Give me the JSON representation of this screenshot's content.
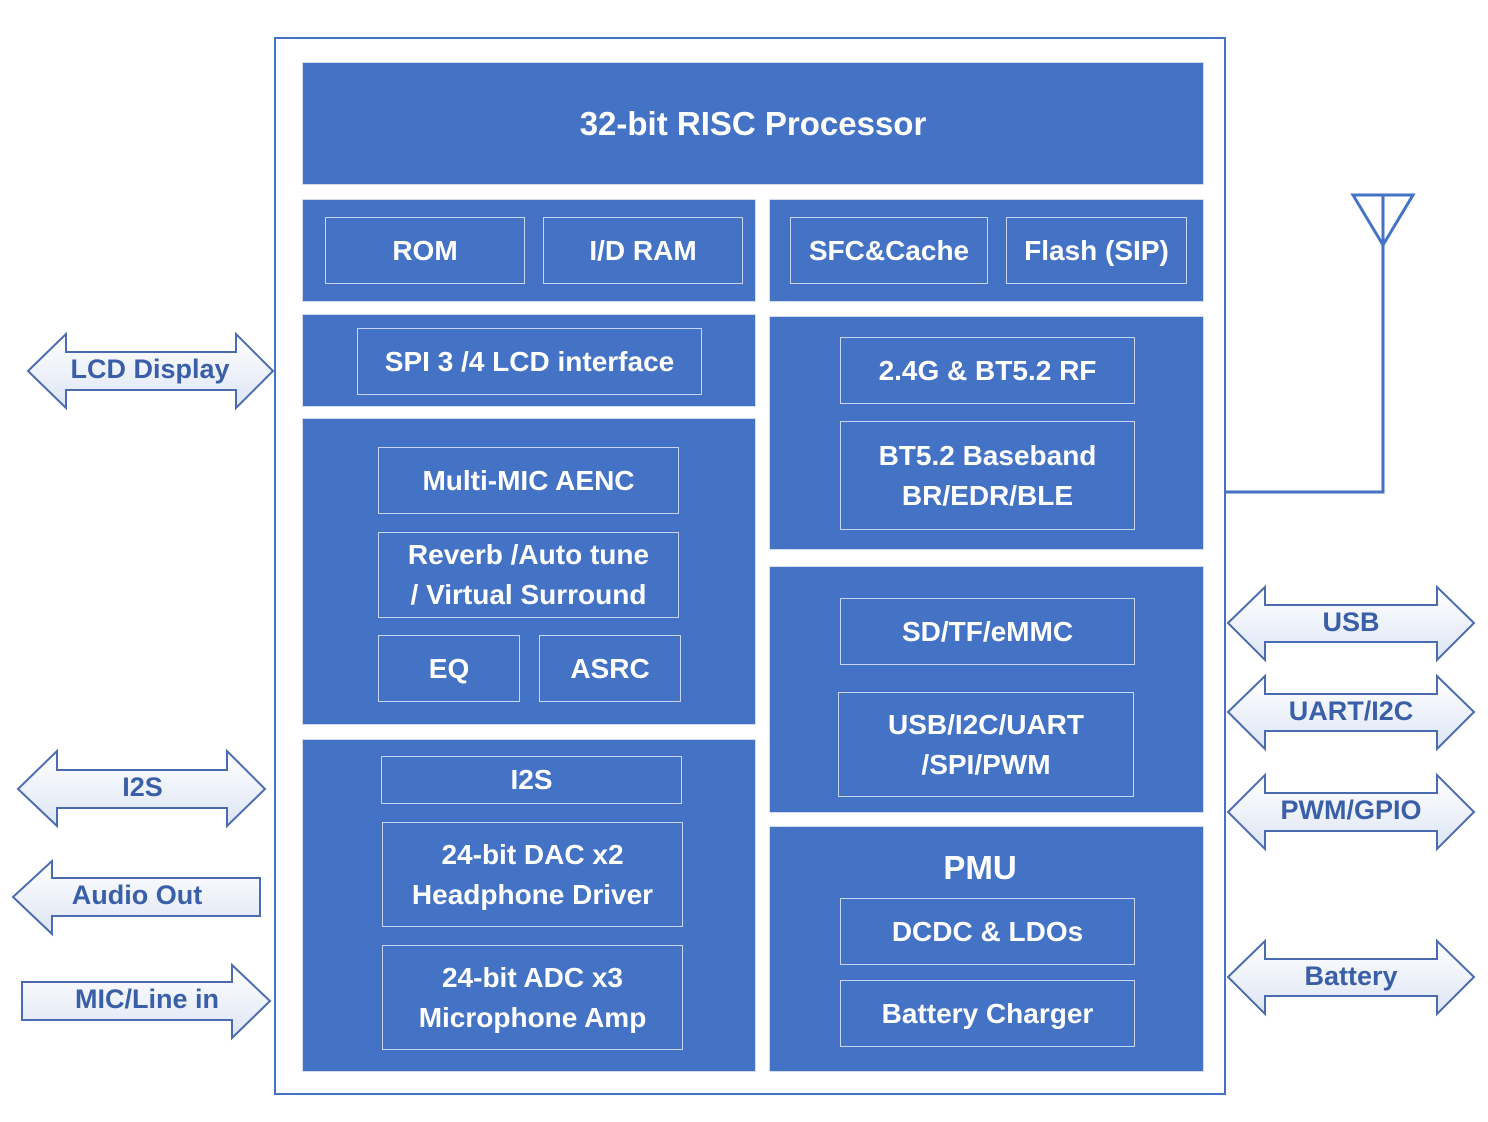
{
  "colors": {
    "block": "#4472c4",
    "arrow_stroke": "#4a6bb0",
    "arrow_text": "#3a5fa8",
    "antenna": "#4472c4"
  },
  "processor": {
    "label": "32-bit RISC Processor"
  },
  "memory": {
    "rom": "ROM",
    "ram": "I/D RAM"
  },
  "storage": {
    "sfc": "SFC&Cache",
    "flash": "Flash (SIP)"
  },
  "lcd_block": {
    "label": "SPI 3 /4 LCD interface"
  },
  "rf_block": {
    "rf": "2.4G & BT5.2 RF",
    "baseband": "BT5.2 Baseband\nBR/EDR/BLE"
  },
  "audio_dsp": {
    "aenc": "Multi-MIC AENC",
    "reverb": "Reverb /Auto tune\n/ Virtual Surround",
    "eq": "EQ",
    "asrc": "ASRC"
  },
  "peripherals": {
    "sd": "SD/TF/eMMC",
    "bus": "USB/I2C/UART\n/SPI/PWM"
  },
  "audio_io": {
    "i2s": "I2S",
    "dac": "24-bit DAC x2\nHeadphone Driver",
    "adc": "24-bit ADC x3\nMicrophone Amp"
  },
  "pmu": {
    "title": "PMU",
    "dcdc": "DCDC & LDOs",
    "charger": "Battery Charger"
  },
  "left_arrows": {
    "lcd": "LCD Display",
    "i2s": "I2S",
    "audio_out": "Audio Out",
    "mic": "MIC/Line in"
  },
  "right_arrows": {
    "usb": "USB",
    "uart": "UART/I2C",
    "pwm": "PWM/GPIO",
    "battery": "Battery"
  }
}
